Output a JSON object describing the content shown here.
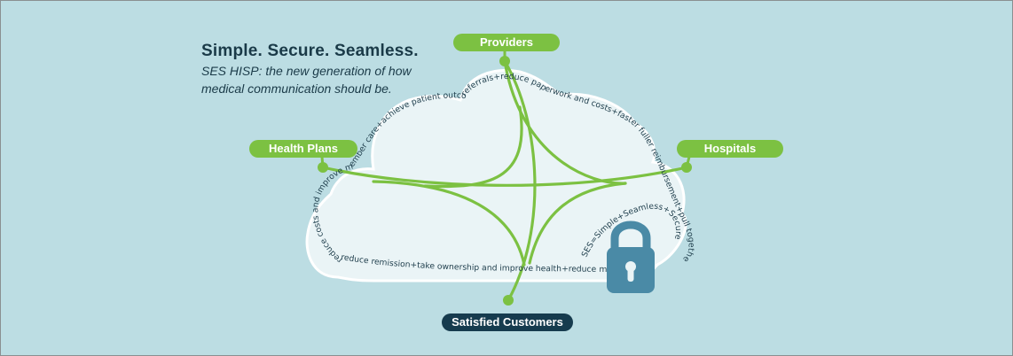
{
  "headline": {
    "title": "Simple. Secure. Seamless.",
    "subtitle_line1": "SES HISP: the new generation of how",
    "subtitle_line2": "medical communication should be."
  },
  "nodes": {
    "providers": "Providers",
    "health_plans": "Health Plans",
    "hospitals": "Hospitals",
    "customers": "Satisfied Customers"
  },
  "cloud_text": {
    "health_plans_arc": "reduce costs and improve member care+achieve patient outcomes+increase",
    "providers_arc": "referrals+reduce paperwork and costs+faster fuller reimbursement+pull together entire eco system+",
    "customers_arc": "reduce remission+take ownership and improve health+reduce medical bills+",
    "ses_arc": "SES=Simple+Seamless+Secure"
  },
  "icons": {
    "lock": "padlock-icon"
  },
  "colors": {
    "background": "#bcdde3",
    "cloud": "#eaf4f6",
    "green": "#7cc142",
    "dark_navy": "#163b4e",
    "lock": "#4a8aa6"
  }
}
